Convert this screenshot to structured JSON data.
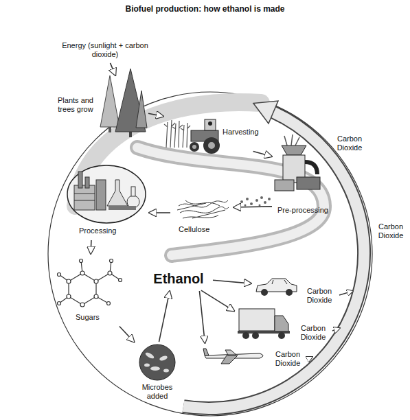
{
  "diagram": {
    "title": "Biofuel production: how ethanol is made",
    "nodes": [
      {
        "text": [
          "Energy (sunlight + carbon dioxide)"
        ]
      },
      {
        "text": [
          "Plants and trees grow"
        ]
      },
      {
        "text": [
          "Harvesting"
        ]
      },
      {
        "text": [
          "Pre-processing"
        ]
      },
      {
        "text": [
          "Cellulose"
        ]
      },
      {
        "text": [
          "Processing"
        ]
      },
      {
        "text": [
          "Sugars"
        ]
      },
      {
        "text": [
          "Microbes added"
        ]
      },
      {
        "text": [
          "Ethanol"
        ]
      },
      {
        "text": [
          "Carbon Dioxide"
        ]
      },
      {
        "text": [
          "Carbon Dioxide"
        ]
      },
      {
        "text": [
          "Carbon Dioxide"
        ]
      }
    ],
    "edges": [
      {
        "from": 0,
        "to": 1,
        "arrow": "to"
      },
      {
        "from": 1,
        "to": 2,
        "arrow": "to"
      },
      {
        "from": 2,
        "to": 3,
        "arrow": "to"
      },
      {
        "from": 3,
        "to": 4,
        "arrow": "to"
      },
      {
        "from": 4,
        "to": 5,
        "arrow": "to"
      },
      {
        "from": 5,
        "to": 6,
        "arrow": "to"
      },
      {
        "from": 6,
        "to": 7,
        "arrow": "to"
      },
      {
        "from": 7,
        "to": 8,
        "arrow": "to"
      },
      {
        "from": 8,
        "to": 9,
        "arrow": "to"
      },
      {
        "from": 8,
        "to": 10,
        "arrow": "to"
      },
      {
        "from": 8,
        "to": 11,
        "arrow": "to"
      }
    ],
    "labels": [
      "Carbon Dioxide",
      "Carbon Dioxide"
    ]
  }
}
